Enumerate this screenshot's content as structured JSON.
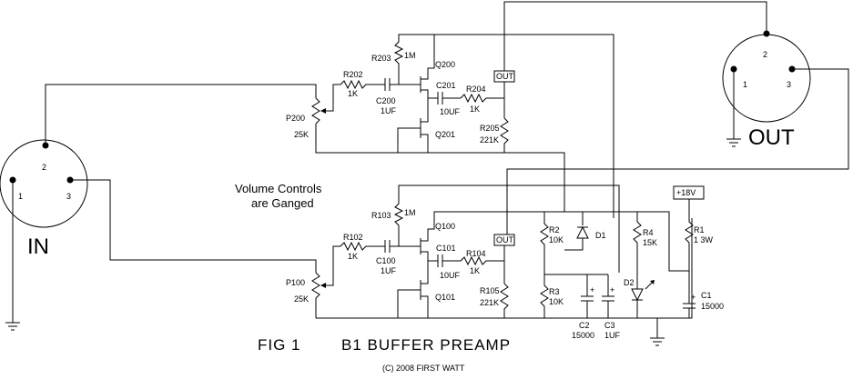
{
  "in_connector": {
    "label": "IN",
    "pins": [
      "1",
      "2",
      "3"
    ]
  },
  "out_connector": {
    "label": "OUT",
    "pins": [
      "1",
      "2",
      "3"
    ]
  },
  "note": {
    "line1": "Volume Controls",
    "line2": "are Ganged"
  },
  "channel_top": {
    "pot": "P200",
    "pot_value": "25K",
    "r_series": "R202",
    "r_series_value": "1K",
    "c_in": "C200",
    "c_in_value": "1UF",
    "r_bias": "R203",
    "r_bias_value": "1M",
    "q_top": "Q200",
    "q_bottom": "Q201",
    "c_out": "C201",
    "c_out_value": "10UF",
    "r_out": "R204",
    "r_out_value": "1K",
    "r_load": "R205",
    "r_load_value": "221K",
    "out_tag": "OUT"
  },
  "channel_bottom": {
    "pot": "P100",
    "pot_value": "25K",
    "r_series": "R102",
    "r_series_value": "1K",
    "c_in": "C100",
    "c_in_value": "1UF",
    "r_bias": "R103",
    "r_bias_value": "1M",
    "q_top": "Q100",
    "q_bottom": "Q101",
    "c_out": "C101",
    "c_out_value": "10UF",
    "r_out": "R104",
    "r_out_value": "1K",
    "r_load": "R105",
    "r_load_value": "221K",
    "out_tag": "OUT"
  },
  "supply": {
    "r2": "R2",
    "r2_value": "10K",
    "r3": "R3",
    "r3_value": "10K",
    "d1": "D1",
    "d2": "D2",
    "r4": "R4",
    "r4_value": "15K",
    "r1": "R1",
    "r1_value": "1 3W",
    "c1": "C1",
    "c1_value": "15000",
    "c2": "C2",
    "c2_value": "15000",
    "c3": "C3",
    "c3_value": "1UF",
    "rail": "+18V"
  },
  "title": {
    "fig": "FIG 1",
    "name": "B1 BUFFER PREAMP",
    "copyright": "(C) 2008 FIRST WATT"
  }
}
